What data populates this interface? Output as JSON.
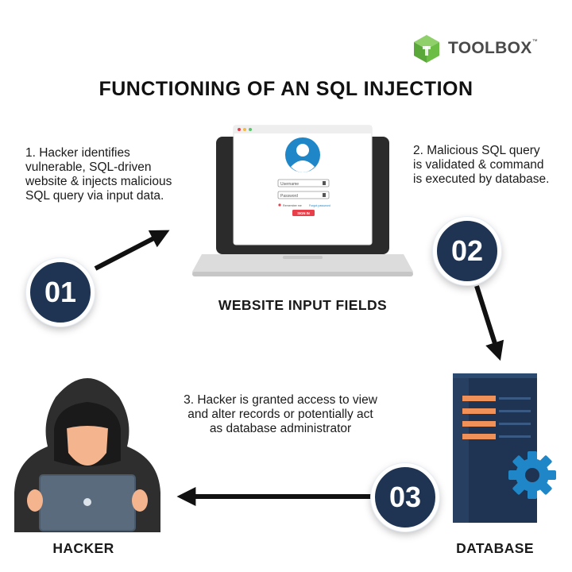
{
  "brand": {
    "name": "TOOLBOX",
    "trademark": "™",
    "color": "#6cbd45"
  },
  "title": "FUNCTIONING OF AN SQL INJECTION",
  "steps": [
    {
      "number": "01",
      "lines": [
        "1. Hacker identifies",
        "vulnerable, SQL-driven",
        "website & injects malicious",
        "SQL query via input data."
      ]
    },
    {
      "number": "02",
      "lines": [
        "2. Malicious SQL query",
        "is validated & command",
        "is executed by database."
      ]
    },
    {
      "number": "03",
      "lines": [
        "3. Hacker is granted access to view",
        "and alter records or potentially act",
        "as database administrator"
      ]
    }
  ],
  "captions": {
    "website": "WEBSITE INPUT FIELDS",
    "hacker": "HACKER",
    "database": "DATABASE"
  },
  "login_form": {
    "username": "Username",
    "password": "Password",
    "remember": "Remember me",
    "forgot": "Forgot password",
    "sign_in": "SIGN IN"
  },
  "colors": {
    "navy": "#1e3452",
    "accent_orange": "#f0915a",
    "gear_blue": "#1f86c8",
    "sign_in_red": "#e8404a"
  }
}
